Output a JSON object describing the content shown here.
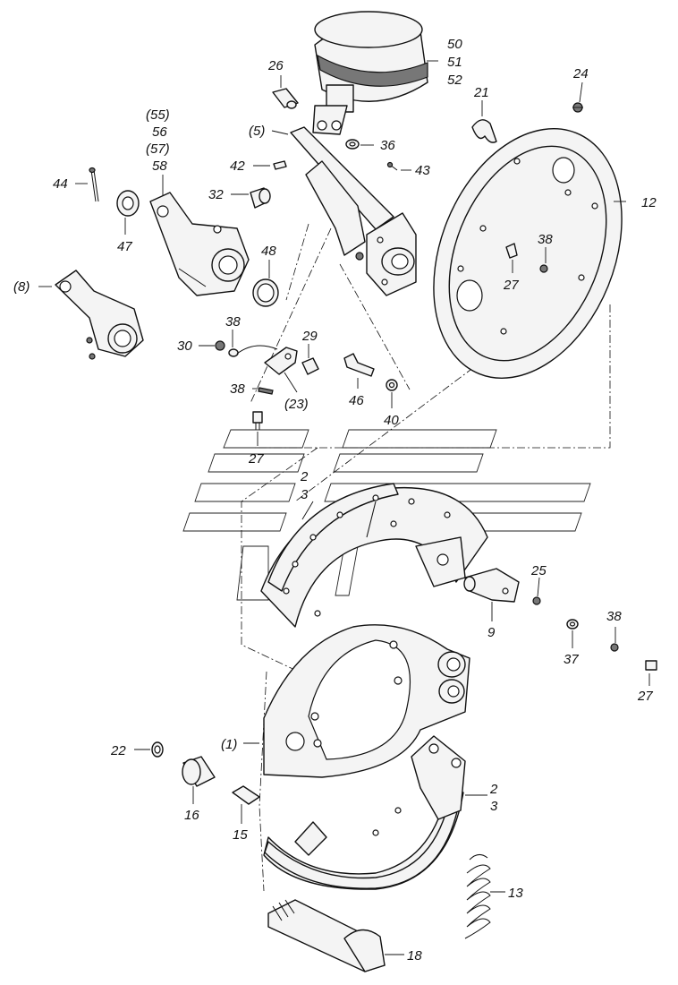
{
  "labels": {
    "l50": "50",
    "l51": "51",
    "l52": "52",
    "l26": "26",
    "l21": "21",
    "l24": "24",
    "l55": "(55)",
    "l56": "56",
    "l57": "(57)",
    "l58": "58",
    "l5": "(5)",
    "l36": "36",
    "l42": "42",
    "l43": "43",
    "l44": "44",
    "l32": "32",
    "l12": "12",
    "l47": "47",
    "l48": "48",
    "l38a": "38",
    "l27a": "27",
    "l8": "(8)",
    "l38b": "38",
    "l29": "29",
    "l30": "30",
    "l38c": "38",
    "l23": "(23)",
    "l46": "46",
    "l40": "40",
    "l27b": "27",
    "l2a": "2",
    "l3a": "3",
    "l25": "25",
    "l9": "9",
    "l38d": "38",
    "l37": "37",
    "l27c": "27",
    "l22": "22",
    "l1": "(1)",
    "l16": "16",
    "l15": "15",
    "l2b": "2",
    "l3b": "3",
    "l13": "13",
    "l18": "18"
  }
}
